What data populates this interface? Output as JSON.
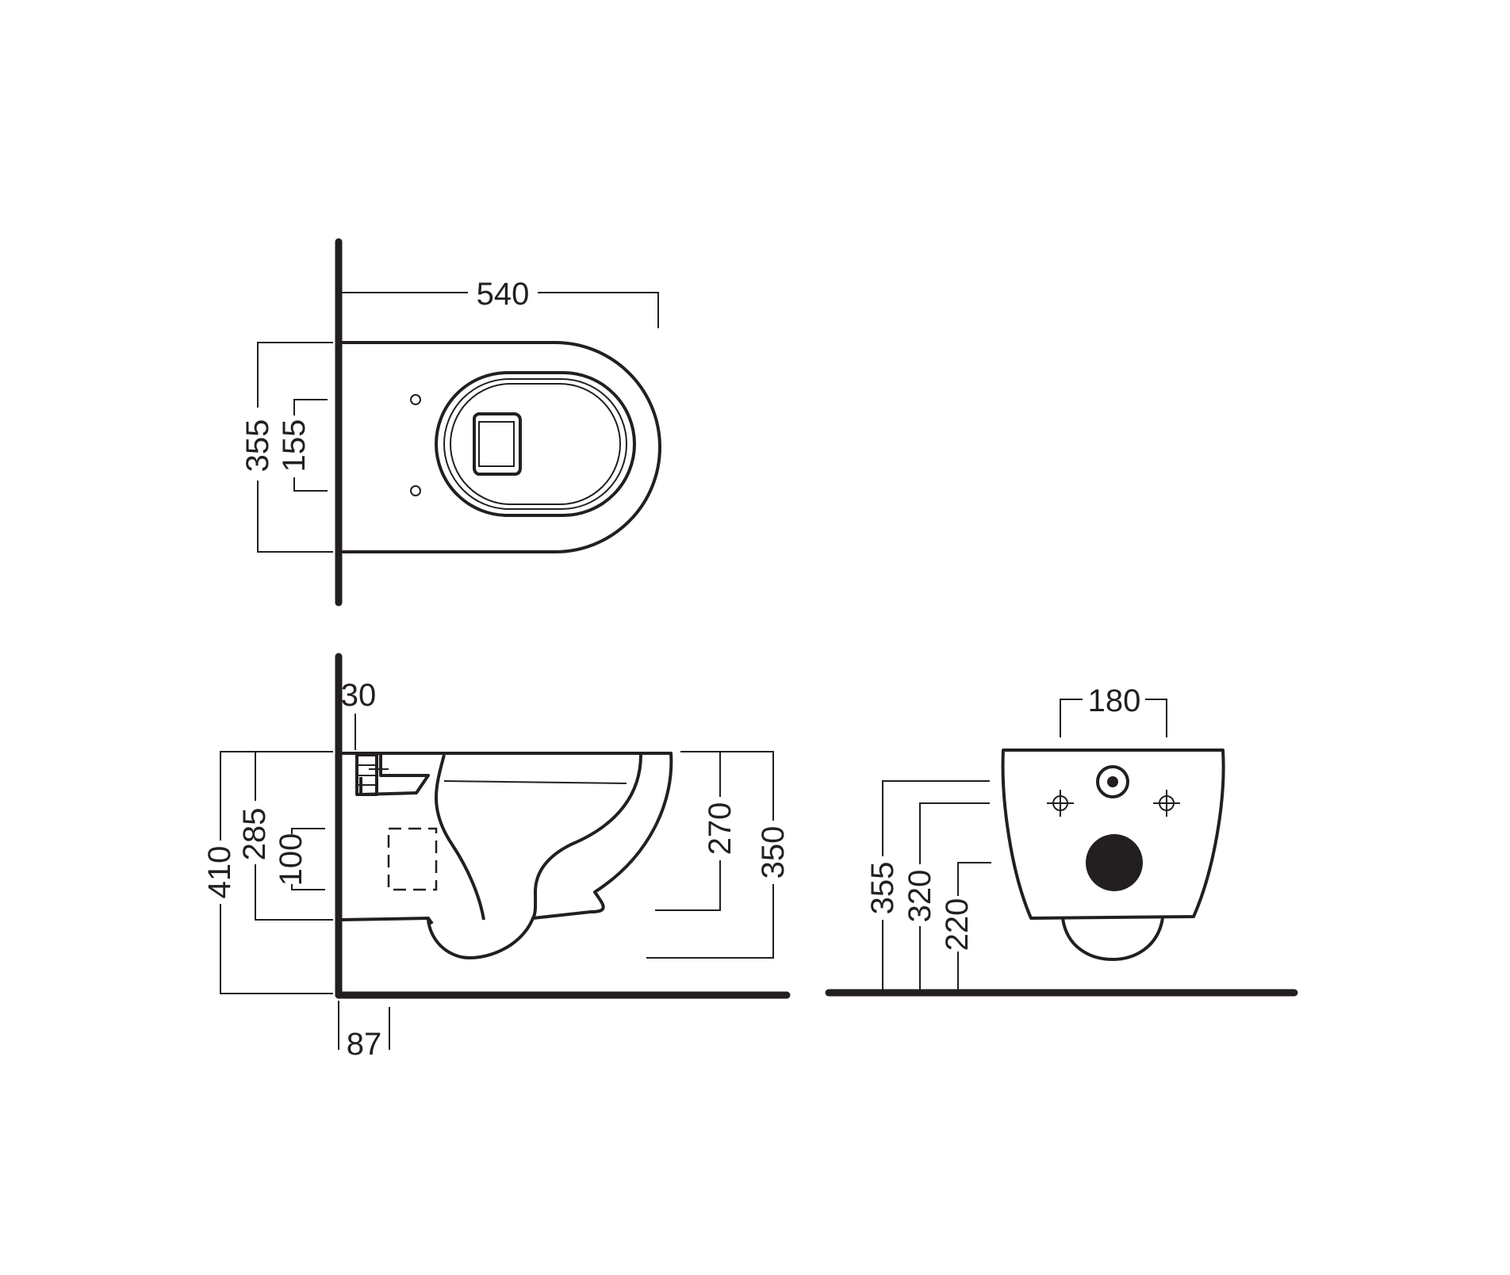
{
  "top_view": {
    "length": "540",
    "width": "355",
    "fixing_holes_spacing": "155"
  },
  "side_view": {
    "top_offset": "30",
    "total_height": "410",
    "rim_height_from_wall_base": "285",
    "pipe_height": "100",
    "bowl_height": "270",
    "outer_height": "350",
    "wall_offset": "87"
  },
  "back_view": {
    "bolt_spacing": "180",
    "height_355": "355",
    "height_320": "320",
    "height_220": "220"
  },
  "colors": {
    "line": "#231f20",
    "background": "#ffffff"
  }
}
